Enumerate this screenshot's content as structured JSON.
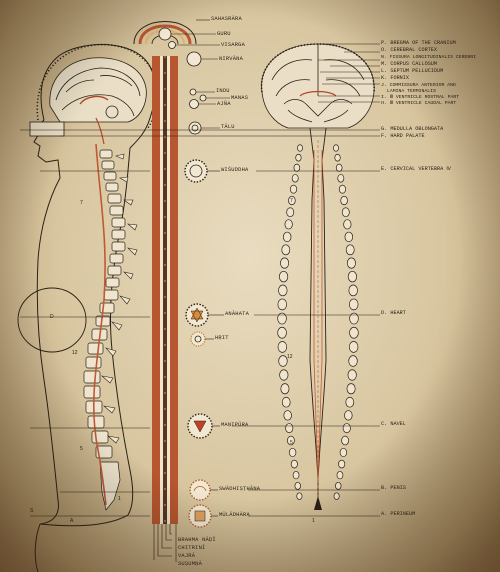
{
  "chakras": {
    "sahasrara": "SAHASRĀRA",
    "guru": "GURU",
    "visarga": "VISARGA",
    "nirvana": "NIRVĀNA",
    "indu": "INDU",
    "manas": "MANAS",
    "ajna": "AJÑA",
    "talu": "TĀLU",
    "visuddha": "WIŚUDDHA",
    "anahata": "ANĀHATA",
    "hrit": "HṚIT",
    "manipura": "MAṆIPŪRA",
    "svadhisthana": "SWĀDHIṢṬHĀNA",
    "muladhara": "MŪLĀDHĀRA"
  },
  "nadis": {
    "brahma": "BRAHMA",
    "nadi": "NĀḌĪ",
    "chitrini": "CHITRINĪ",
    "vajra": "VAJRĀ",
    "susumna": "SUṢUMṆĀ"
  },
  "anatomy": {
    "p": "P. BREGMA OF THE CRANIUM",
    "o": "O. CEREBRAL CORTEX",
    "n": "N. FISSURA LONGITUDINALIS CEREBRI",
    "m": "M. CORPUS CALLOSUM",
    "l": "L. SEPTUM PELLUCIDUM",
    "k": "K. FORNIX",
    "j": "J. COMMISSURA ANTERIOR AND",
    "j2": "LAMINA TERMINALIS",
    "i": "I. Ⅲ VENTRICLE ROSTRAL PART",
    "h": "H. Ⅲ VENTRICLE CAUDAL PART",
    "g": "G. MEDULLA OBLONGATA",
    "f": "F. HARD PALATE",
    "e": "E. CERVICAL VERTEBRA Ⅳ",
    "d": "D. HEART",
    "c": "C. NAVEL",
    "b": "B. PENIS",
    "a": "A. PERINEUM"
  },
  "numbers": {
    "seven": "7",
    "twelve": "12",
    "five": "5",
    "one": "1",
    "d": "D",
    "a": "A",
    "s": "S",
    "seven_r": "7",
    "twelve_r": "12",
    "five_r": "5",
    "one_r": "1"
  }
}
